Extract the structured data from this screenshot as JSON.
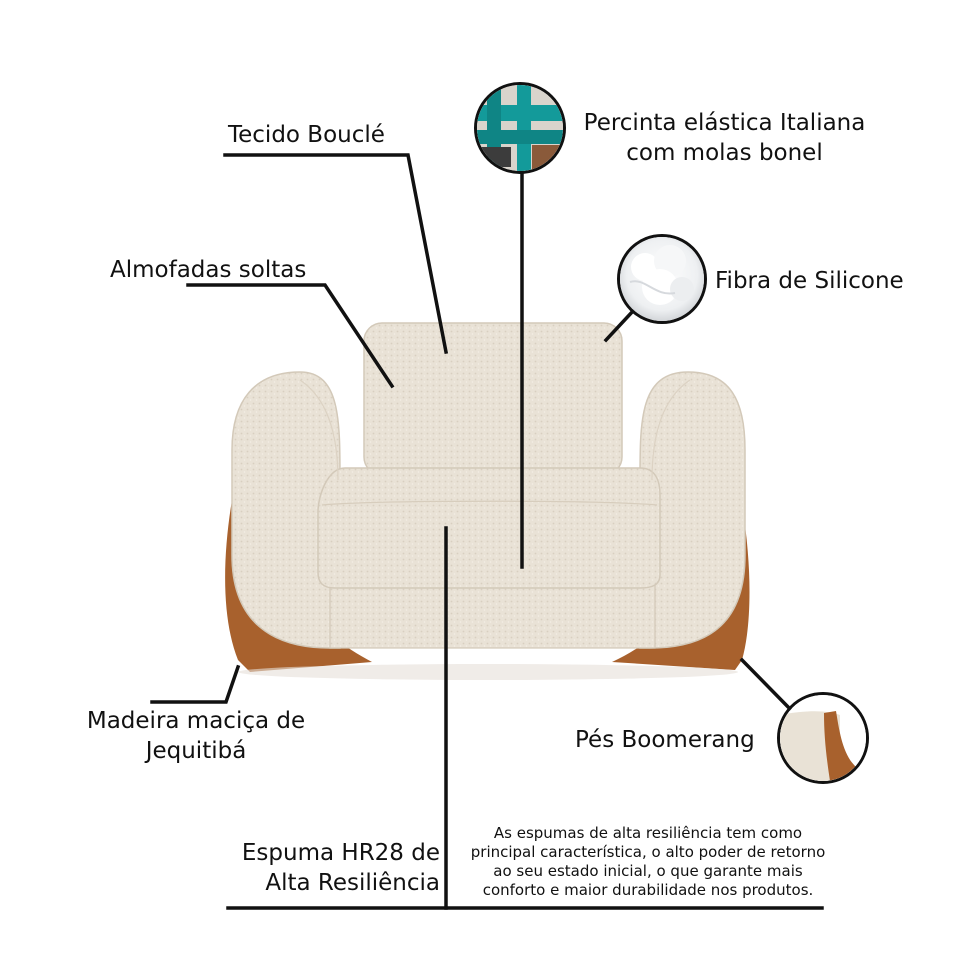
{
  "labels": {
    "tecido": "Tecido Bouclé",
    "almofadas": "Almofadas soltas",
    "percinta_line1": "Percinta elástica Italiana",
    "percinta_line2": "com molas bonel",
    "fibra": "Fibra de Silicone",
    "madeira_line1": "Madeira maciça de",
    "madeira_line2": "Jequitibá",
    "pes": "Pés Boomerang",
    "espuma_line1": "Espuma HR28 de",
    "espuma_line2": "Alta Resiliência"
  },
  "note": {
    "line1": "As espumas de alta resiliência tem como",
    "line2": "principal característica, o alto poder de retorno",
    "line3": "ao seu estado inicial, o que garante mais",
    "line4": "conforto e maior durabilidade nos produtos."
  },
  "colors": {
    "fabric": "#e9e2d6",
    "wood": "#a8612d",
    "line": "#111111",
    "teal": "#139a9a"
  },
  "icons": {
    "percinta": "teal-webbing-photo",
    "fibra": "silicone-fiber-photo",
    "pes": "boomerang-foot-photo"
  }
}
